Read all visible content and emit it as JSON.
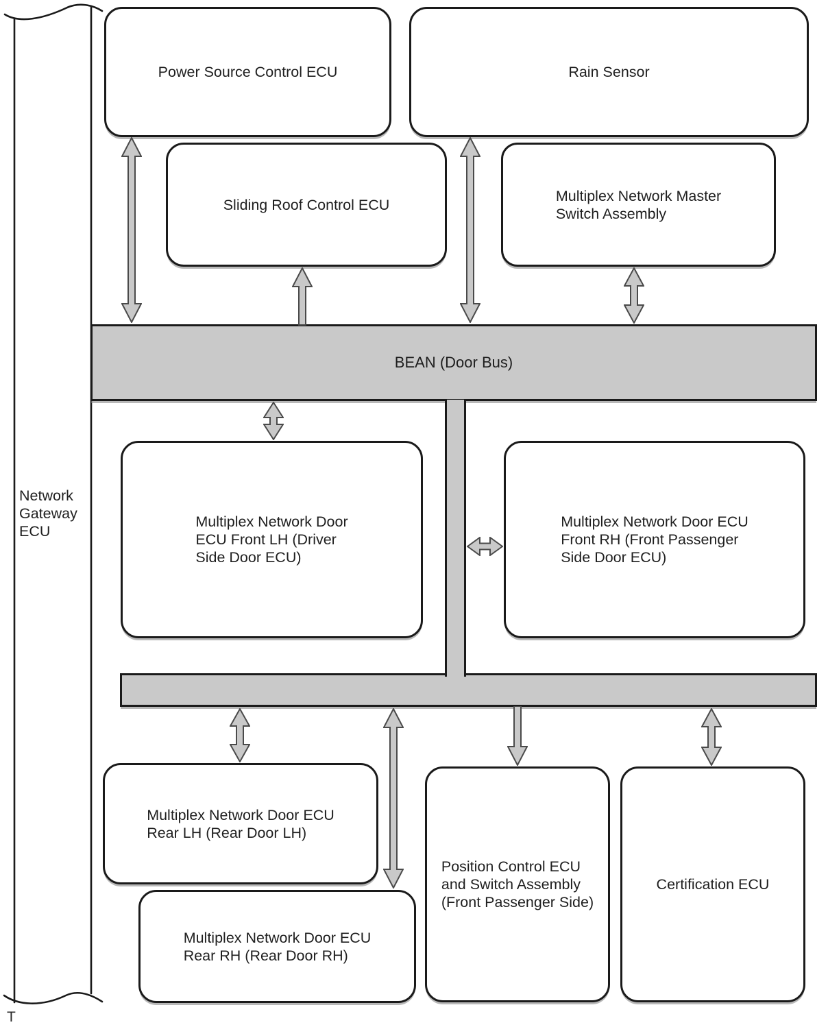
{
  "colors": {
    "border": "#1a1a1a",
    "bus_fill": "#c9c9c9",
    "arrow_fill": "#c9c9c9",
    "arrow_stroke": "#4a4a4a"
  },
  "buses": {
    "bean": {
      "label": "BEAN (Door Bus)"
    }
  },
  "nodes": {
    "gateway": {
      "lines": [
        "Network",
        "Gateway",
        "ECU"
      ]
    },
    "power_source": {
      "label": "Power Source Control ECU"
    },
    "rain_sensor": {
      "label": "Rain Sensor"
    },
    "sliding_roof": {
      "label": "Sliding Roof Control ECU"
    },
    "master_switch": {
      "lines": [
        "Multiplex Network Master",
        "Switch Assembly"
      ]
    },
    "door_front_lh": {
      "lines": [
        "Multiplex Network Door",
        "ECU Front LH (Driver",
        "Side Door ECU)"
      ]
    },
    "door_front_rh": {
      "lines": [
        "Multiplex Network Door ECU",
        "Front RH (Front Passenger",
        "Side Door ECU)"
      ]
    },
    "door_rear_lh": {
      "lines": [
        "Multiplex Network Door ECU",
        "Rear LH (Rear Door LH)"
      ]
    },
    "door_rear_rh": {
      "lines": [
        "Multiplex Network Door ECU",
        "Rear RH (Rear Door RH)"
      ]
    },
    "position_control": {
      "lines": [
        "Position Control ECU",
        "and Switch Assembly",
        "(Front Passenger Side)"
      ]
    },
    "certification": {
      "label": "Certification ECU"
    }
  },
  "footnote": "T",
  "connections": [
    {
      "from": "power-source-control-ecu",
      "to": "bean-door-bus",
      "direction": "bidirectional"
    },
    {
      "from": "sliding-roof-control-ecu",
      "to": "bean-door-bus",
      "direction": "up"
    },
    {
      "from": "rain-sensor",
      "to": "bean-door-bus",
      "direction": "bidirectional"
    },
    {
      "from": "multiplex-network-master-switch-assembly",
      "to": "bean-door-bus",
      "direction": "bidirectional"
    },
    {
      "from": "bean-door-bus",
      "to": "door-ecu-front-lh",
      "direction": "bidirectional"
    },
    {
      "from": "bus-branch",
      "to": "door-ecu-front-rh",
      "direction": "bidirectional"
    },
    {
      "from": "lower-door-bus",
      "to": "door-ecu-rear-lh",
      "direction": "bidirectional"
    },
    {
      "from": "lower-door-bus",
      "to": "door-ecu-rear-rh",
      "direction": "bidirectional"
    },
    {
      "from": "lower-door-bus",
      "to": "position-control-ecu-and-switch-assembly",
      "direction": "down"
    },
    {
      "from": "lower-door-bus",
      "to": "certification-ecu",
      "direction": "bidirectional"
    }
  ]
}
